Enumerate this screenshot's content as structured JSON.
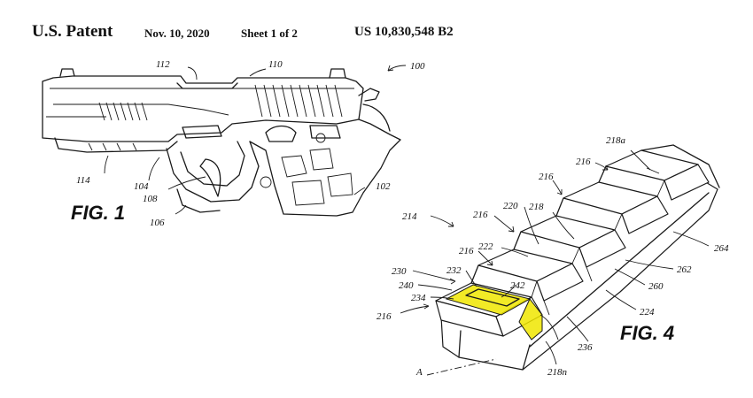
{
  "header": {
    "patent_label": "U.S. Patent",
    "date": "Nov. 10, 2020",
    "sheet": "Sheet 1 of 2",
    "patent_number": "US 10,830,548 B2"
  },
  "figures": {
    "fig1_label": "FIG. 1",
    "fig4_label": "FIG. 4"
  },
  "fig1_refs": {
    "r100": "100",
    "r110": "110",
    "r112": "112",
    "r114": "114",
    "r104": "104",
    "r108": "108",
    "r106": "106",
    "r102": "102"
  },
  "fig4_refs": {
    "r218a": "218a",
    "r216_top": "216",
    "r216_b": "216",
    "r214": "214",
    "r220": "220",
    "r216_c": "216",
    "r218": "218",
    "r222": "222",
    "r264": "264",
    "r216_d": "216",
    "r230": "230",
    "r232": "232",
    "r240": "240",
    "r242": "242",
    "r262": "262",
    "r234": "234",
    "r260": "260",
    "r216_e": "216",
    "r224": "224",
    "r236": "236",
    "r218n": "218n",
    "rA": "A"
  },
  "colors": {
    "highlight": "#f0e600",
    "ink": "#1a1a1a"
  }
}
